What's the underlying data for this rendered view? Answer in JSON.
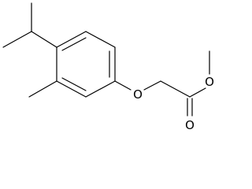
{
  "molecule": {
    "atoms": [
      {
        "id": "O1",
        "element": "O",
        "label": "O"
      },
      {
        "id": "O2",
        "element": "O",
        "label": "O"
      },
      {
        "id": "O3",
        "element": "O",
        "label": "O"
      }
    ]
  },
  "colors": {
    "bond": "#000000",
    "text": "#000000",
    "background": "#ffffff"
  }
}
